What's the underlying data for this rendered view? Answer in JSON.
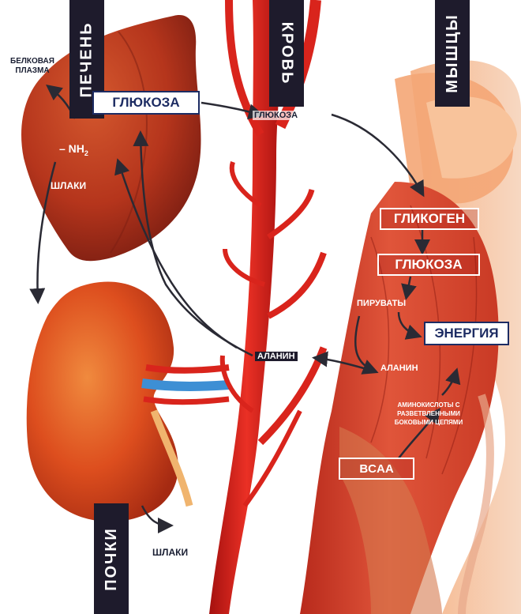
{
  "headings": {
    "liver": "ПЕЧЕНЬ",
    "blood": "КРОВЬ",
    "muscles": "МЫШЦЫ",
    "kidneys": "ПОЧКИ"
  },
  "labels": {
    "protein_plasma_line1": "БЕЛКОВАЯ",
    "protein_plasma_line2": "ПЛАЗМА",
    "nh2": "– NH",
    "nh2_sub": "2",
    "liver_waste": "ШЛАКИ",
    "liver_glucose": "ГЛЮКОЗА",
    "blood_glucose": "ГЛЮКОЗА",
    "glycogen": "ГЛИКОГЕН",
    "muscle_glucose": "ГЛЮКОЗА",
    "pyruvates": "ПИРУВАТЫ",
    "energy": "ЭНЕРГИЯ",
    "blood_alanine": "АЛАНИН",
    "muscle_alanine": "АЛАНИН",
    "bcaa_desc_line1": "АМИНОКИСЛОТЫ С",
    "bcaa_desc_line2": "РАЗВЕТВЛЕННЫМИ",
    "bcaa_desc_line3": "БОКОВЫМИ ЦЕПЯМИ",
    "bcaa": "BCAA",
    "kidney_waste": "ШЛАКИ"
  },
  "colors": {
    "organ_red": "#c8321a",
    "blood_red": "#d9241c",
    "muscle": "#e0553a",
    "skin": "#f3c9a6",
    "band": "#1e1b2c",
    "box_border": "#1d2c63",
    "vein_blue": "#3d8fd4"
  }
}
